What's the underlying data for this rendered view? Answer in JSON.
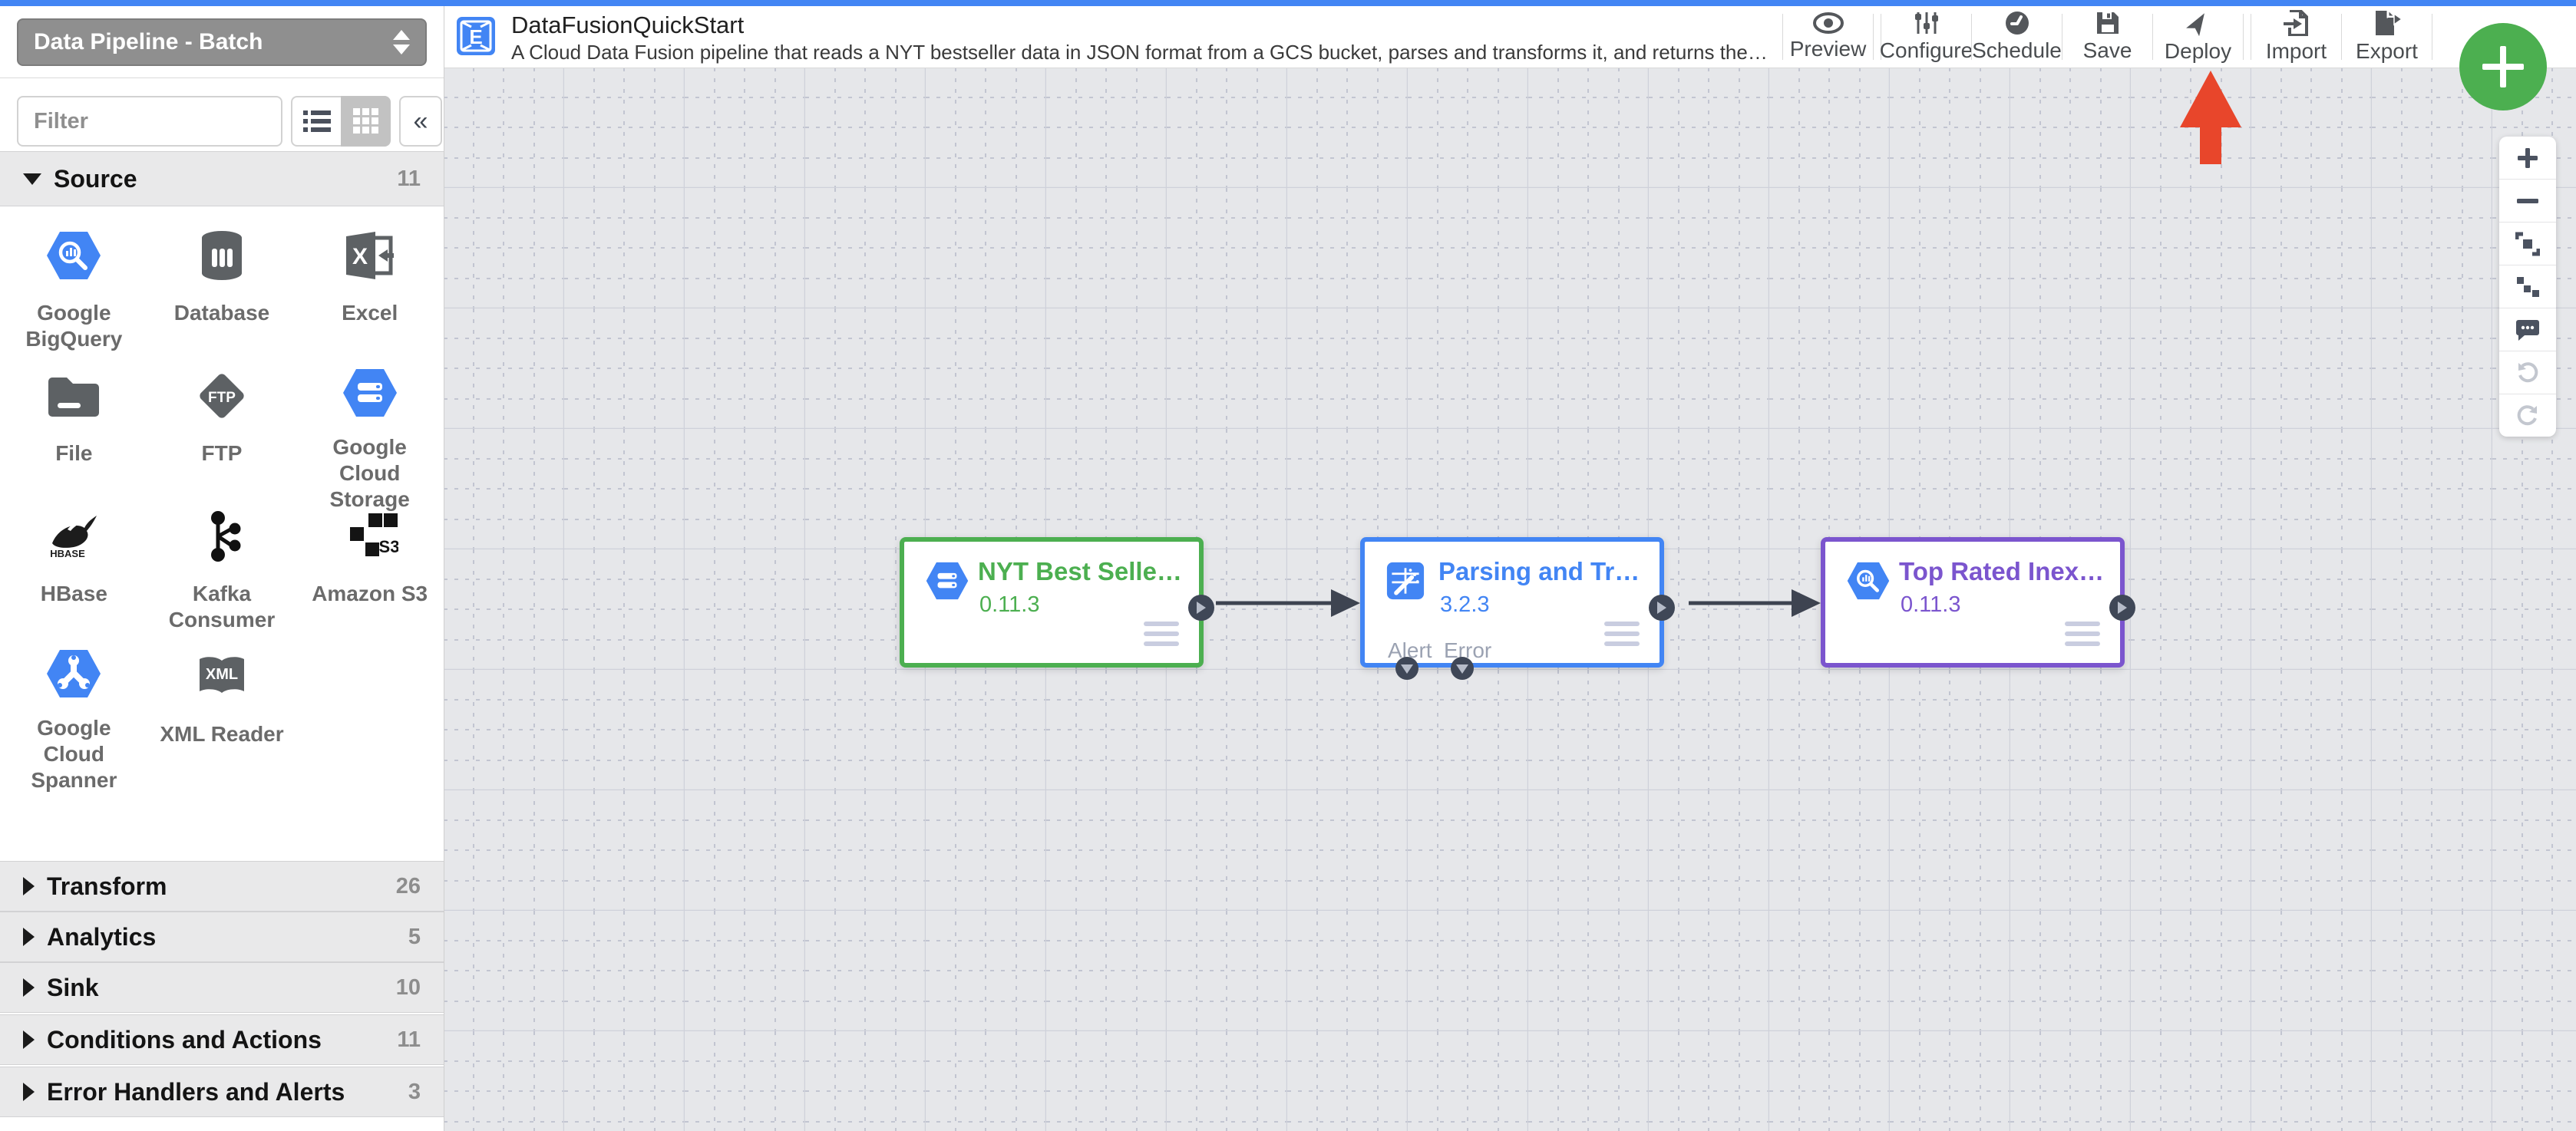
{
  "pipeline_type_selector": {
    "value": "Data Pipeline - Batch",
    "icon": "updown-arrows-icon"
  },
  "header": {
    "logo_icon": "cdap-logo",
    "title": "DataFusionQuickStart",
    "description": "A Cloud Data Fusion pipeline that reads a NYT bestseller data in JSON format from a GCS bucket, parses and transforms it, and returns the top rated book..."
  },
  "toolbar": {
    "buttons": [
      {
        "label": "Preview",
        "icon": "eye-icon"
      },
      {
        "label": "Configure",
        "icon": "sliders-icon"
      },
      {
        "label": "Schedule",
        "icon": "clock-icon"
      },
      {
        "label": "Save",
        "icon": "floppy-icon"
      },
      {
        "label": "Deploy",
        "icon": "send-icon"
      },
      {
        "label": "Import",
        "icon": "import-icon"
      },
      {
        "label": "Export",
        "icon": "export-icon"
      }
    ]
  },
  "fab": {
    "icon": "plus-icon",
    "color": "#4CAF50"
  },
  "sidebar": {
    "filter_placeholder": "Filter",
    "view_toggle": {
      "icons": [
        "list-view-icon",
        "grid-view-icon"
      ],
      "active": "grid"
    },
    "collapse_label": "«",
    "source_section": {
      "label": "Source",
      "count": "11",
      "expanded": true
    },
    "plugins": [
      {
        "label": "Google BigQuery",
        "icon": "bigquery-icon"
      },
      {
        "label": "Database",
        "icon": "database-icon"
      },
      {
        "label": "Excel",
        "icon": "excel-icon"
      },
      {
        "label": "File",
        "icon": "folder-icon"
      },
      {
        "label": "FTP",
        "icon": "ftp-icon"
      },
      {
        "label": "Google Cloud Storage",
        "icon": "gcs-icon"
      },
      {
        "label": "HBase",
        "icon": "hbase-icon"
      },
      {
        "label": "Kafka Consumer",
        "icon": "kafka-icon"
      },
      {
        "label": "Amazon S3",
        "icon": "s3-icon"
      },
      {
        "label": "Google Cloud Spanner",
        "icon": "spanner-icon"
      },
      {
        "label": "XML Reader",
        "icon": "xml-icon"
      }
    ],
    "collapsed_sections": [
      {
        "label": "Transform",
        "count": "26"
      },
      {
        "label": "Analytics",
        "count": "5"
      },
      {
        "label": "Sink",
        "count": "10"
      },
      {
        "label": "Conditions and Actions",
        "count": "11"
      },
      {
        "label": "Error Handlers and Alerts",
        "count": "3"
      }
    ]
  },
  "canvas": {
    "annotation_arrow": {
      "points_at": "Deploy",
      "color": "#E8462B"
    },
    "nodes": [
      {
        "title": "NYT Best Selle…",
        "version": "0.11.3",
        "accent": "#4CAF50",
        "icon": "gcs-hexagon-icon"
      },
      {
        "title": "Parsing and Tr…",
        "version": "3.2.3",
        "accent": "#4285F4",
        "icon": "wrangler-icon",
        "bottom_ports": [
          {
            "label": "Alert"
          },
          {
            "label": "Error"
          }
        ]
      },
      {
        "title": "Top Rated Inex…",
        "version": "0.11.3",
        "accent": "#7B55CE",
        "icon": "bigquery-hexagon-icon"
      }
    ]
  },
  "zoom_controls": {
    "buttons": [
      {
        "icon": "zoom-in-icon"
      },
      {
        "icon": "zoom-out-icon"
      },
      {
        "icon": "fit-to-screen-icon"
      },
      {
        "icon": "align-nodes-icon"
      },
      {
        "icon": "comment-icon"
      },
      {
        "icon": "undo-icon",
        "disabled": true
      },
      {
        "icon": "redo-icon",
        "disabled": true
      }
    ]
  }
}
